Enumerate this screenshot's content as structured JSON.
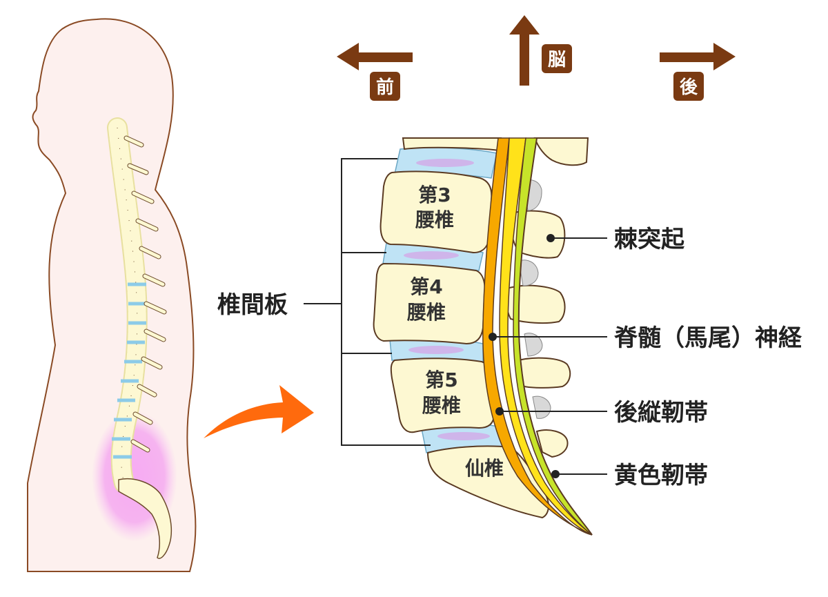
{
  "directions": {
    "front": "前",
    "brain": "脳",
    "back": "後"
  },
  "vertebrae": {
    "l3": {
      "line1": "第3",
      "line2": "腰椎"
    },
    "l4": {
      "line1": "第4",
      "line2": "腰椎"
    },
    "l5": {
      "line1": "第5",
      "line2": "腰椎"
    },
    "sacrum": "仙椎"
  },
  "labels": {
    "disc": "椎間板",
    "spinous_process": "棘突起",
    "spinal_cord": "脊髄（馬尾）神経",
    "posterior_ligament": "後縦靭帯",
    "yellow_ligament": "黄色靭帯"
  },
  "colors": {
    "arrow_brown": "#7a3a12",
    "orange_arrow": "#ff6a0d",
    "bone_fill": "#fdf8d2",
    "disc_blue": "#bfe3f5",
    "disc_core": "#cfb5ea",
    "cord_yellow": "#ffe21a",
    "ligament_orange": "#f7a800",
    "yellow_lig_green": "#c7e32a",
    "body_fill": "#fdf0ee",
    "pain_pink": "#f08cf0"
  },
  "icons": {
    "front": "arrow-left-icon",
    "brain": "arrow-up-icon",
    "back": "arrow-right-icon",
    "transition": "curved-arrow-icon"
  }
}
